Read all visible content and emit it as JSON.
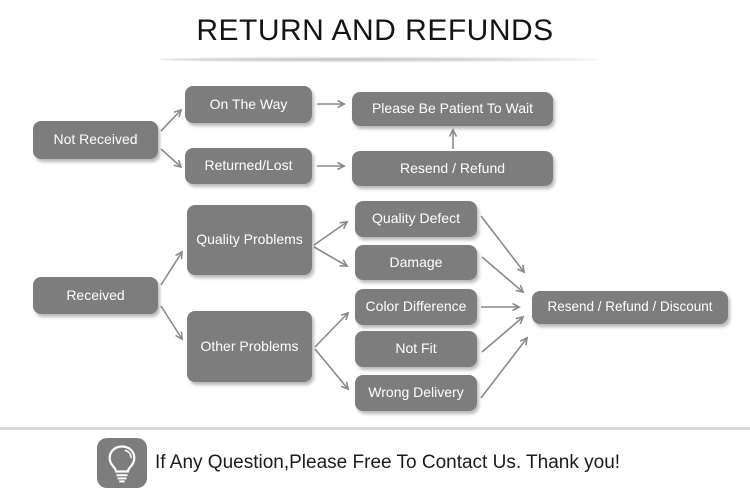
{
  "title": "RETURN AND REFUNDS",
  "nodes": {
    "not_received": "Not Received",
    "on_the_way": "On The Way",
    "returned_lost": "Returned/Lost",
    "please_wait": "Please Be Patient To Wait",
    "resend_refund": "Resend / Refund",
    "received": "Received",
    "quality_problems": "Quality Problems",
    "other_problems": "Other Problems",
    "quality_defect": "Quality Defect",
    "damage": "Damage",
    "color_difference": "Color Difference",
    "not_fit": "Not Fit",
    "wrong_delivery": "Wrong Delivery",
    "resend_refund_discount": "Resend / Refund / Discount"
  },
  "edges": [
    {
      "from": "not_received",
      "to": "on_the_way"
    },
    {
      "from": "not_received",
      "to": "returned_lost"
    },
    {
      "from": "on_the_way",
      "to": "please_wait"
    },
    {
      "from": "returned_lost",
      "to": "resend_refund"
    },
    {
      "from": "resend_refund",
      "to": "please_wait"
    },
    {
      "from": "received",
      "to": "quality_problems"
    },
    {
      "from": "received",
      "to": "other_problems"
    },
    {
      "from": "quality_problems",
      "to": "quality_defect"
    },
    {
      "from": "quality_problems",
      "to": "damage"
    },
    {
      "from": "other_problems",
      "to": "color_difference"
    },
    {
      "from": "other_problems",
      "to": "wrong_delivery"
    },
    {
      "from": "quality_defect",
      "to": "resend_refund_discount"
    },
    {
      "from": "damage",
      "to": "resend_refund_discount"
    },
    {
      "from": "color_difference",
      "to": "resend_refund_discount"
    },
    {
      "from": "not_fit",
      "to": "resend_refund_discount"
    },
    {
      "from": "wrong_delivery",
      "to": "resend_refund_discount"
    }
  ],
  "footer": {
    "message": "If Any Question,Please Free To Contact Us. Thank you!",
    "icon": "lightbulb-icon"
  },
  "colors": {
    "node_fill": "#7d7d7d",
    "node_text": "#ffffff",
    "arrow": "#8a8a8a",
    "title_text": "#141414",
    "footer_text": "#1b1b1b",
    "divider": "#d8d8d8",
    "background": "#ffffff"
  }
}
